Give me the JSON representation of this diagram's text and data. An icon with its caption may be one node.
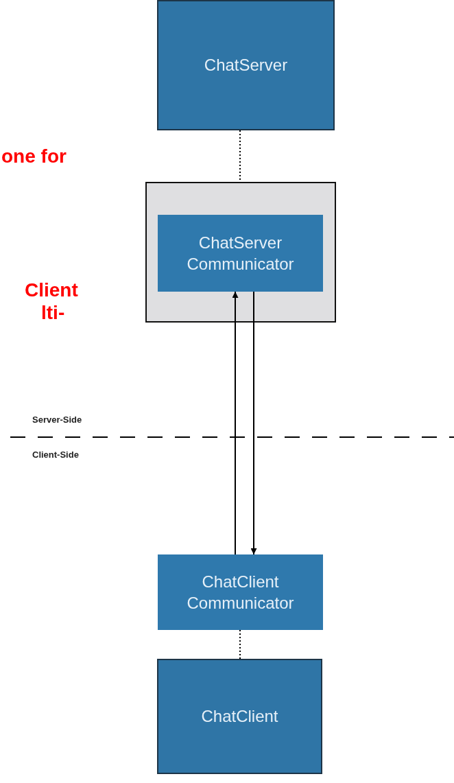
{
  "diagram": {
    "nodes": [
      {
        "text": [
          "ChatServer"
        ]
      },
      {
        "text": [],
        "shape": "box"
      },
      {
        "text": [
          "ChatServer Communicator"
        ],
        "in": 1
      },
      {
        "text": [
          "ChatClient Communicator"
        ]
      },
      {
        "text": [
          "ChatClient"
        ]
      }
    ],
    "edges": [
      {
        "from": 0,
        "to": 1,
        "arrow": "none",
        "style": "dashed"
      },
      {
        "from": 3,
        "to": 2,
        "arrow": "to"
      },
      {
        "from": 2,
        "to": 3,
        "arrow": "to"
      },
      {
        "from": 3,
        "to": 4,
        "arrow": "none",
        "style": "dashed"
      }
    ],
    "labels": [
      "one for",
      "Client",
      "lti-",
      "Server-Side",
      "Client-Side"
    ]
  }
}
